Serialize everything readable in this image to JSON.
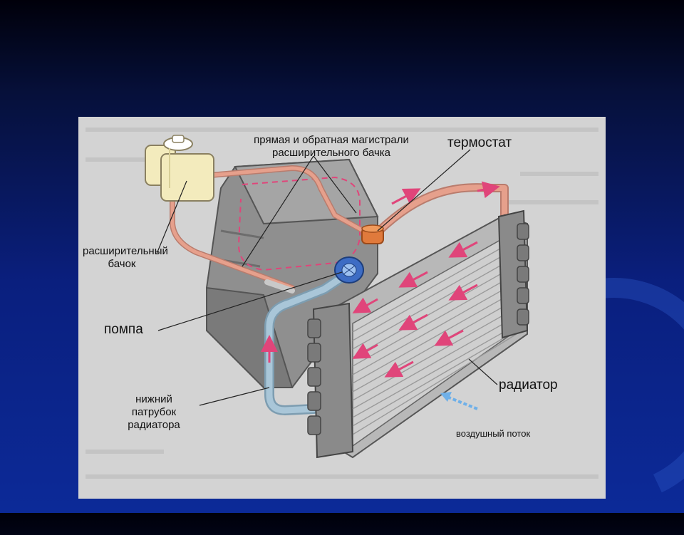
{
  "labels": {
    "magistral": "прямая и обратная магистрали расширительного бачка",
    "thermostat": "термостат",
    "expansion_tank": "расширительный бачок",
    "pump": "помпа",
    "lower_hose": "нижний патрубок радиатора",
    "radiator": "радиатор",
    "airflow": "воздушный поток"
  },
  "colors": {
    "slide_background": "#0a1f7e",
    "coolant_hot": "#e6a08c",
    "coolant_cold": "#a9c6d8",
    "flow_arrow": "#e0457a",
    "thermostat": "#e07a3c",
    "pump": "#3d6cc4",
    "tank": "#f3ebbd"
  }
}
